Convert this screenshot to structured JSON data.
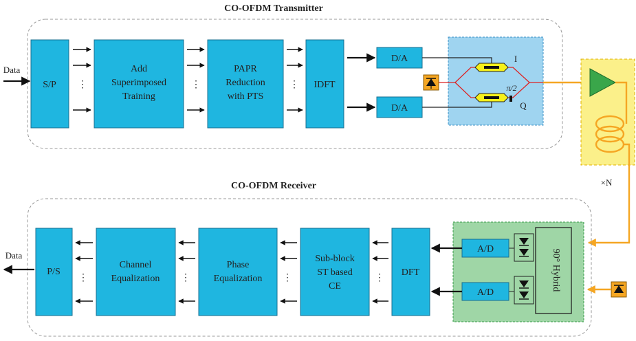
{
  "transmitter": {
    "title": "CO-OFDM Transmitter",
    "input_label": "Data",
    "sp": "S/P",
    "training": [
      "Add",
      "Superimposed",
      "Training"
    ],
    "papr": [
      "PAPR",
      "Reduction",
      "with PTS"
    ],
    "idft": "IDFT",
    "da_top": "D/A",
    "da_bottom": "D/A",
    "i_label": "I",
    "q_label": "Q",
    "phase_label": "π/2"
  },
  "link": {
    "span_label": "×N"
  },
  "receiver": {
    "title": "CO-OFDM Receiver",
    "output_label": "Data",
    "ps": "P/S",
    "channel_eq": [
      "Channel",
      "Equalization"
    ],
    "phase_eq": [
      "Phase",
      "Equalization"
    ],
    "ce": [
      "Sub-block",
      "ST based",
      "CE"
    ],
    "dft": "DFT",
    "ad_top": "A/D",
    "ad_bottom": "A/D",
    "hybrid": "90° Hybrid"
  },
  "colors": {
    "block": "#1fb6e0",
    "modulator_bg": "#9fd4f0",
    "receiver_front_bg": "#9fd6a6",
    "amp_bg": "#fbf08a",
    "optical_line": "#f5a623",
    "amplifier": "#3aa64a",
    "mzm": "#f5f01a",
    "laser": "#f5a623"
  }
}
